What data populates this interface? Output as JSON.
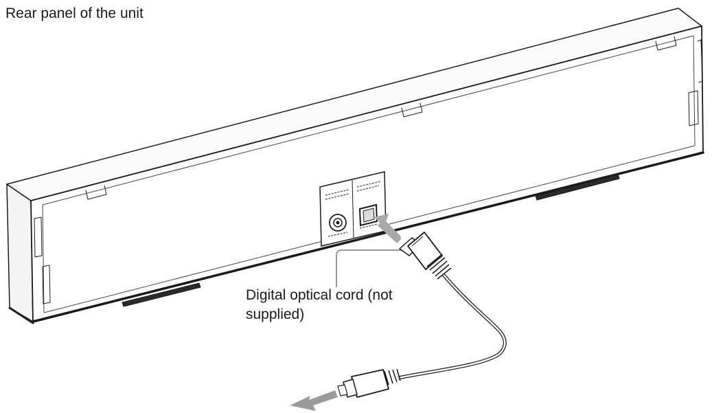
{
  "diagram": {
    "title": "Rear panel of the unit",
    "cord_label_line1": "Digital optical cord (not",
    "cord_label_line2": "supplied)",
    "colors": {
      "line": "#1a1a1a",
      "arrow": "#a9a9a9",
      "leader": "#9a9a9a"
    }
  }
}
